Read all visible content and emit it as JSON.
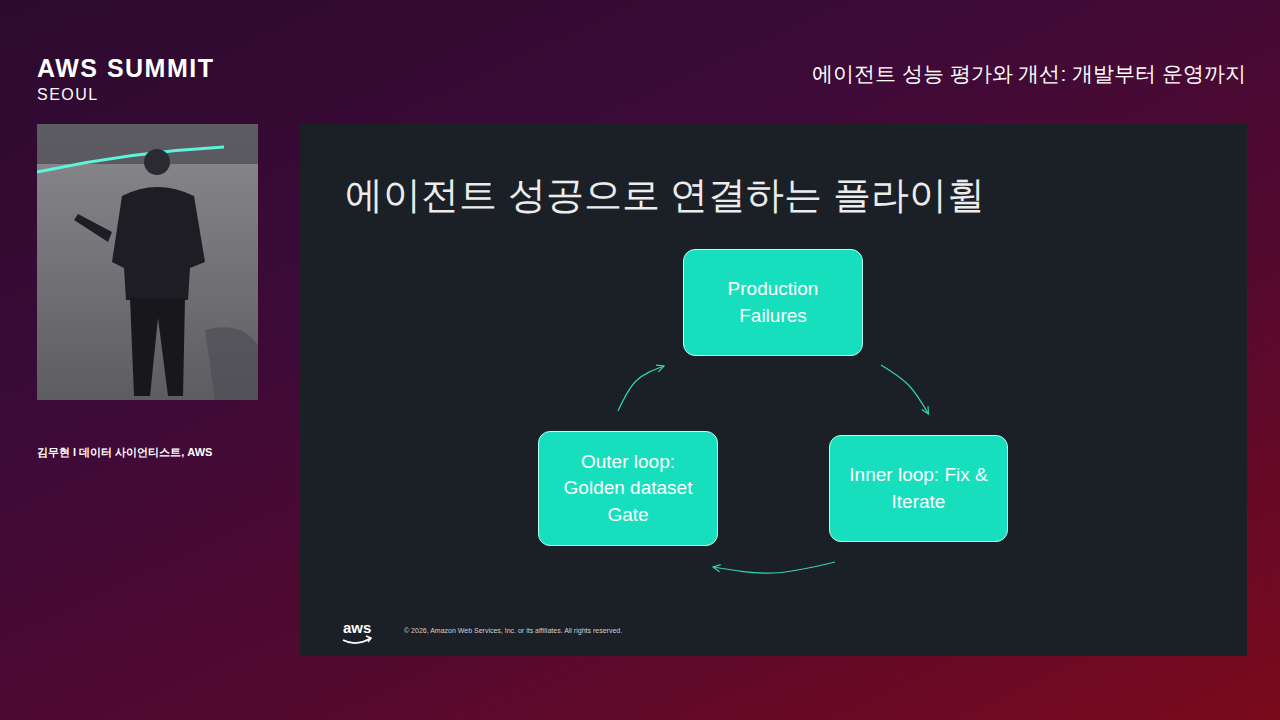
{
  "diagram": {
    "title": "에이전트 성공으로 연결하는 플라이휠",
    "nodes": [
      {
        "text": [
          "Production Failures"
        ]
      },
      {
        "text": [
          "Inner loop: Fix & Iterate"
        ]
      },
      {
        "text": [
          "Outer loop: Golden dataset Gate"
        ]
      }
    ],
    "edges": [
      {
        "from": 0,
        "to": 1,
        "arrow": "to"
      },
      {
        "from": 1,
        "to": 2,
        "arrow": "to"
      },
      {
        "from": 2,
        "to": 0,
        "arrow": "to"
      }
    ],
    "labels": [
      "AWS SUMMIT",
      "SEOUL",
      "에이전트 성능 평가와 개선: 개발부터 운영까지",
      "김무현 I 데이터 사이언티스트, AWS",
      "aws",
      "© 2026, Amazon Web Services, Inc. or its affiliates. All rights reserved."
    ]
  }
}
